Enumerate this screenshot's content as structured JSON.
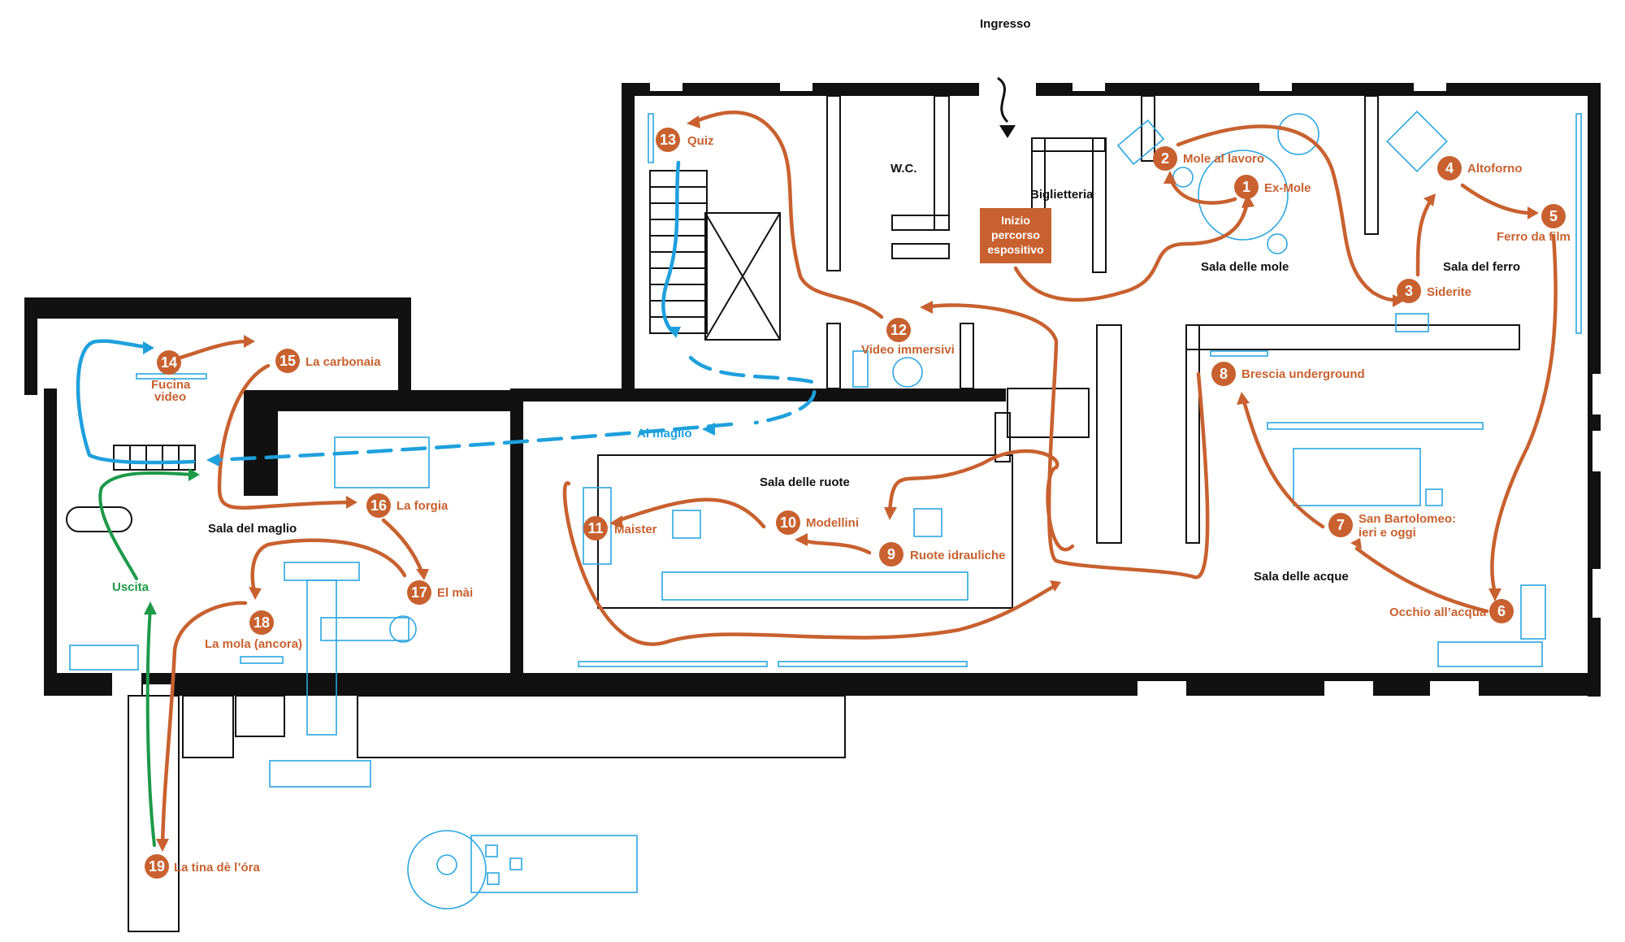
{
  "entrance_label": "Ingresso",
  "start_label": [
    "Inizio",
    "percorso",
    "espositivo"
  ],
  "rooms": {
    "wc": "W.C.",
    "ticket": "Biglietteria",
    "mole": "Sala delle mole",
    "ferro": "Sala del ferro",
    "ruote": "Sala delle ruote",
    "acque": "Sala delle acque",
    "maglio": "Sala del maglio"
  },
  "link_label": "Al maglio",
  "exit_label": "Uscita",
  "stops": [
    {
      "n": "1",
      "label": [
        "Ex-Mole"
      ]
    },
    {
      "n": "2",
      "label": [
        "Mole al lavoro"
      ]
    },
    {
      "n": "3",
      "label": [
        "Siderite"
      ]
    },
    {
      "n": "4",
      "label": [
        "Altoforno"
      ]
    },
    {
      "n": "5",
      "label": [
        "Ferro da film"
      ]
    },
    {
      "n": "6",
      "label": [
        "Occhio all’acqua"
      ]
    },
    {
      "n": "7",
      "label": [
        "San Bartolomeo:",
        "ieri e oggi"
      ]
    },
    {
      "n": "8",
      "label": [
        "Brescia underground"
      ]
    },
    {
      "n": "9",
      "label": [
        "Ruote idrauliche"
      ]
    },
    {
      "n": "10",
      "label": [
        "Modellini"
      ]
    },
    {
      "n": "11",
      "label": [
        "Maister"
      ]
    },
    {
      "n": "12",
      "label": [
        "Video immersivi"
      ]
    },
    {
      "n": "13",
      "label": [
        "Quiz"
      ]
    },
    {
      "n": "14",
      "label": [
        "Fucina",
        "video"
      ]
    },
    {
      "n": "15",
      "label": [
        "La carbonaia"
      ]
    },
    {
      "n": "16",
      "label": [
        "La forgia"
      ]
    },
    {
      "n": "17",
      "label": [
        "El mài"
      ]
    },
    {
      "n": "18",
      "label": [
        "La mola (ancora)"
      ]
    },
    {
      "n": "19",
      "label": [
        "La tina dè l’óra"
      ]
    }
  ],
  "colors": {
    "route": "#c8612f",
    "link": "#1ea0dc",
    "exit": "#1c9a48",
    "fixtures": "#2aa6e0",
    "walls": "#111111"
  }
}
